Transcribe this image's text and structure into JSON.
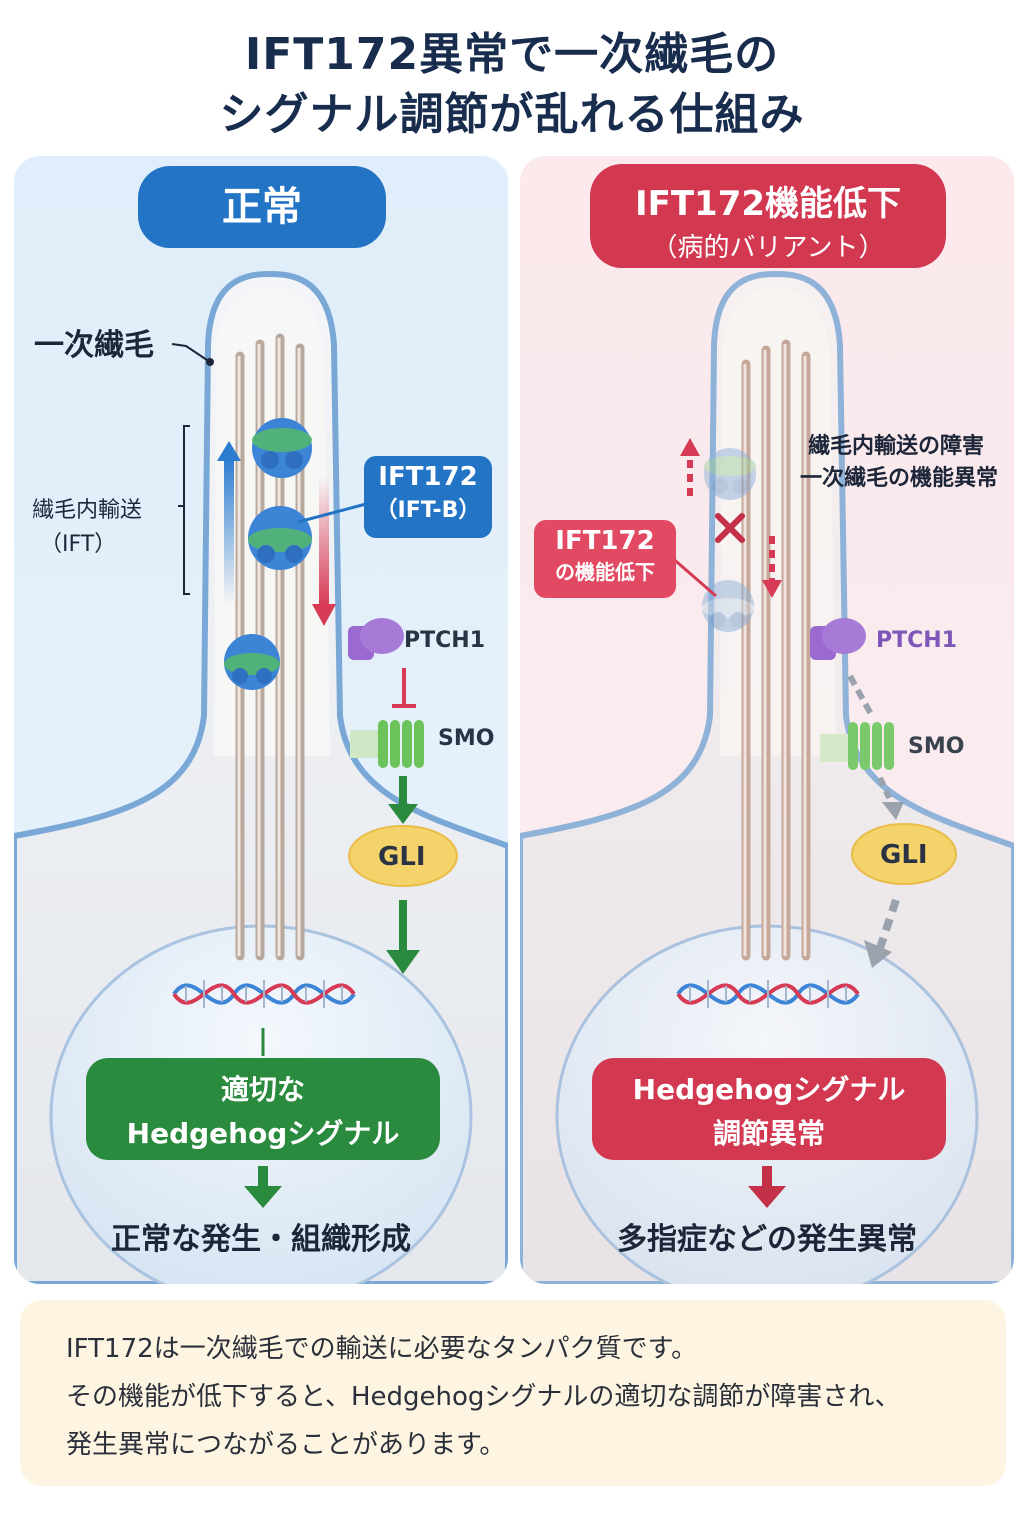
{
  "title": {
    "line1": "IFT172異常で一次繊毛の",
    "line2": "シグナル調節が乱れる仕組み"
  },
  "normal": {
    "header": "正常",
    "cilium_label": "一次繊毛",
    "ift_label_line1": "繊毛内輸送",
    "ift_label_line2": "（IFT）",
    "ift172_tag_line1": "IFT172",
    "ift172_tag_line2": "（IFT-B）",
    "ptch1": "PTCH1",
    "smo": "SMO",
    "gli": "GLI",
    "outcome_line1": "適切な",
    "outcome_line2": "Hedgehogシグナル",
    "result": "正常な発生・組織形成"
  },
  "abnormal": {
    "header_line1": "IFT172機能低下",
    "header_line2": "（病的バリアント）",
    "transport_issue_line1": "繊毛内輸送の障害",
    "transport_issue_line2": "一次繊毛の機能異常",
    "ift172_tag_line1": "IFT172",
    "ift172_tag_line2": "の機能低下",
    "ptch1": "PTCH1",
    "smo": "SMO",
    "gli": "GLI",
    "outcome_line1": "Hedgehogシグナル",
    "outcome_line2": "調節異常",
    "result": "多指症などの発生異常"
  },
  "note": {
    "line1": "IFT172は一次繊毛での輸送に必要なタンパク質です。",
    "line2": "その機能が低下すると、Hedgehogシグナルの適切な調節が障害され、",
    "line3": "発生異常につながることがあります。"
  },
  "colors": {
    "normal_blue": "#2474c6",
    "abnormal_red": "#d2384f",
    "green": "#2a8a3e",
    "ptch1_purple": "#9a6ad0",
    "smo_green": "#6cc35a",
    "gli_yellow": "#f4d36a"
  }
}
